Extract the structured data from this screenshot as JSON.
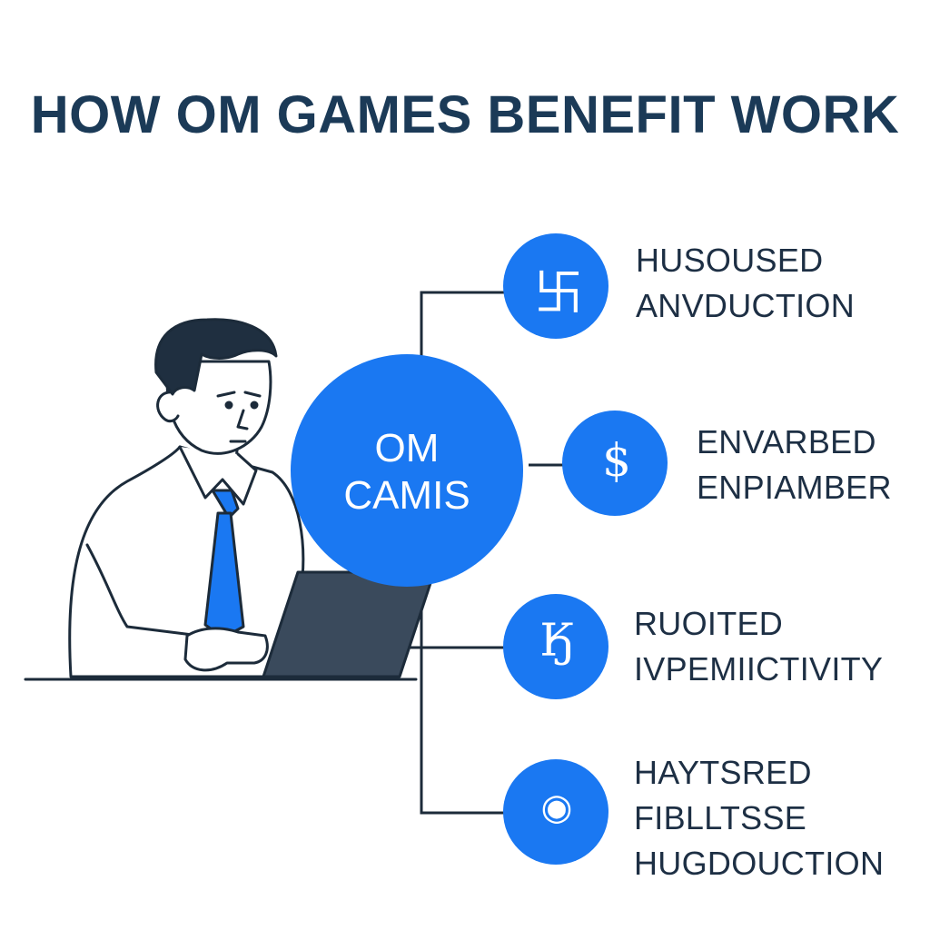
{
  "title": "HOW OM GAMES BENEFIT WORK",
  "center": {
    "line1": "OM",
    "line2": "CAMIS"
  },
  "benefits": [
    {
      "line1": "HUSOUSED",
      "line2": "ANVDUCTION",
      "icon": "figure-icon",
      "glyph": "卐"
    },
    {
      "line1": "ENVARBED",
      "line2": "ENPIAMBER",
      "icon": "dollar-icon",
      "glyph": "$"
    },
    {
      "line1": "RUOITED",
      "line2": "IVPEMIICTIVITY",
      "icon": "runner-icon",
      "glyph": "Ӄ"
    },
    {
      "line1": "HAYTSRED",
      "line2": "FIBLLTSSE",
      "line3": "HUGDOUCTION",
      "icon": "circle-face-icon",
      "glyph": "◉"
    }
  ],
  "colors": {
    "accent": "#1a78f2",
    "title": "#1b3a57",
    "outline": "#1c2b3a",
    "laptop": "#3a4a5c",
    "hair": "#1f2f40"
  }
}
